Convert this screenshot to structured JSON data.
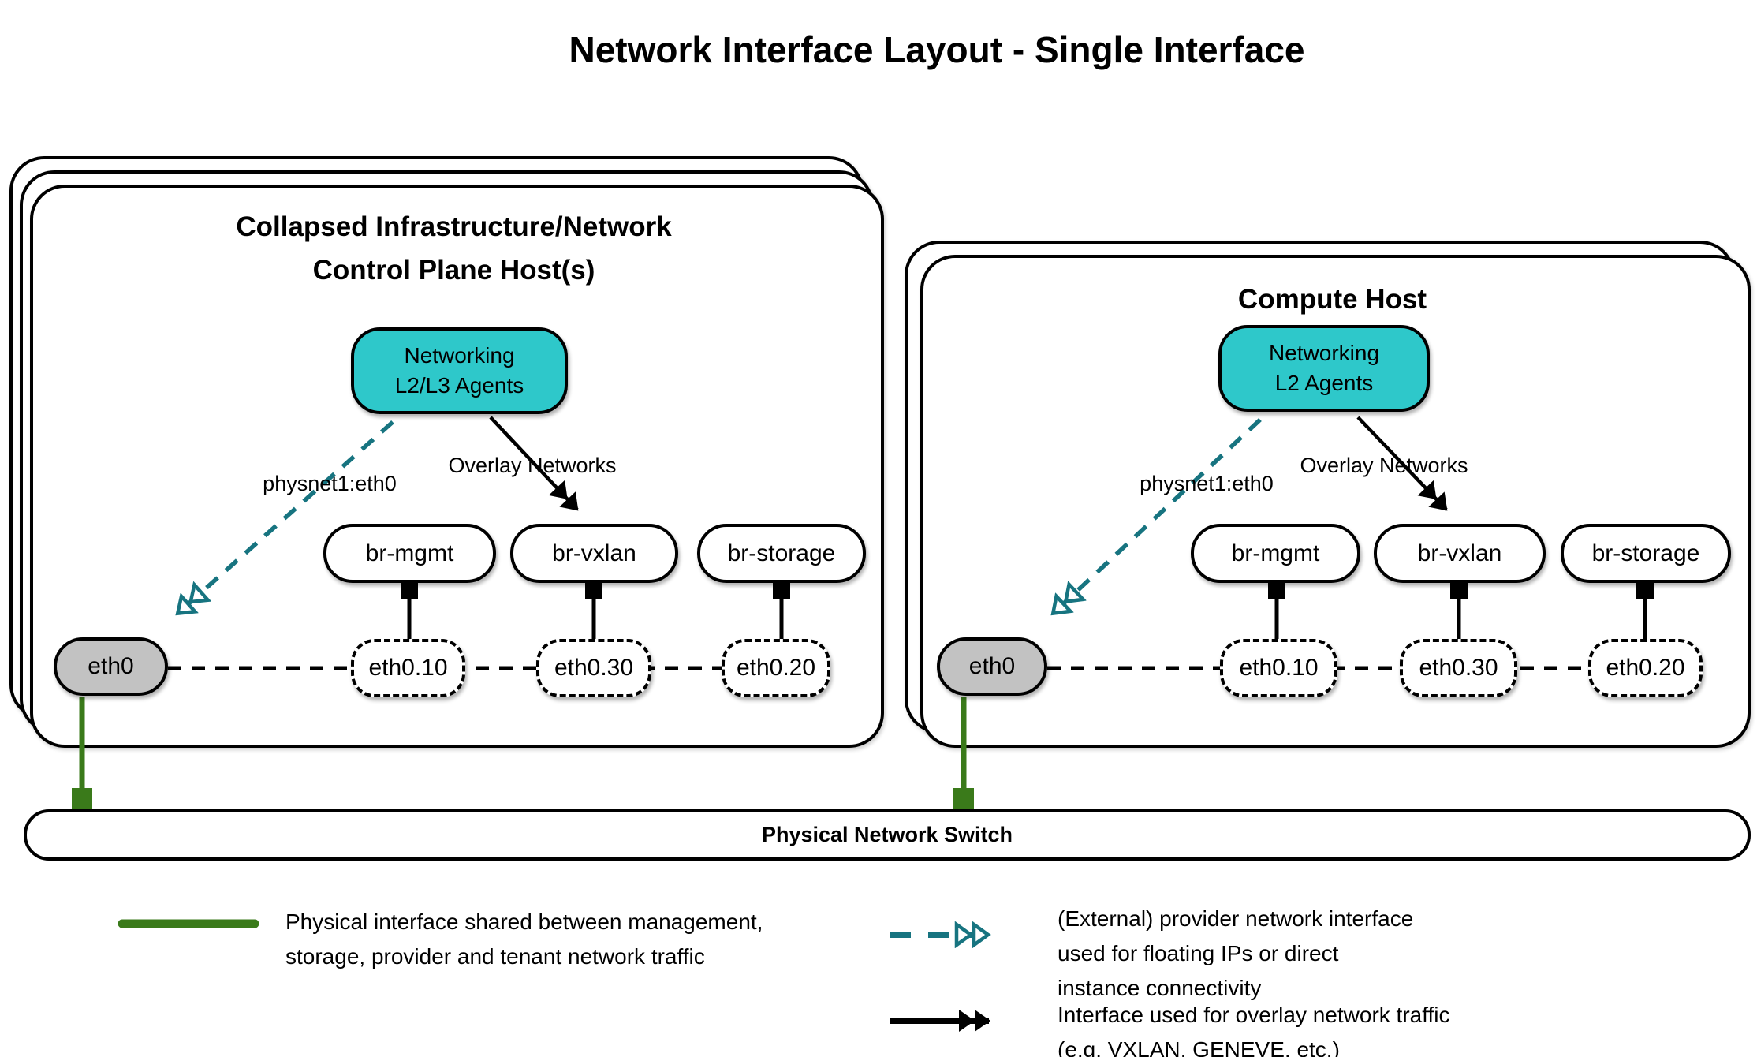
{
  "title": "Network Interface Layout - Single Interface",
  "colors": {
    "agent_fill": "#2ec8ca",
    "provider_arrow": "#177480",
    "physical_green": "#3a7a1a",
    "interface_gray": "#c2c2c2",
    "line_black": "#000000"
  },
  "hosts": {
    "control": {
      "title_line1": "Collapsed Infrastructure/Network",
      "title_line2": "Control Plane Host(s)",
      "agent_line1": "Networking",
      "agent_line2": "L2/L3 Agents",
      "provider_label": "physnet1:eth0",
      "overlay_label": "Overlay Networks",
      "bridges": [
        "br-mgmt",
        "br-vxlan",
        "br-storage"
      ],
      "physical_interface": "eth0",
      "vlan_interfaces": [
        "eth0.10",
        "eth0.30",
        "eth0.20"
      ]
    },
    "compute": {
      "title": "Compute Host",
      "agent_line1": "Networking",
      "agent_line2": "L2 Agents",
      "provider_label": "physnet1:eth0",
      "overlay_label": "Overlay Networks",
      "bridges": [
        "br-mgmt",
        "br-vxlan",
        "br-storage"
      ],
      "physical_interface": "eth0",
      "vlan_interfaces": [
        "eth0.10",
        "eth0.30",
        "eth0.20"
      ]
    }
  },
  "switch": {
    "label": "Physical Network Switch"
  },
  "legend": {
    "physical": {
      "line1": "Physical interface shared between management,",
      "line2": "storage, provider and tenant network traffic"
    },
    "provider": {
      "line1": "(External) provider network interface",
      "line2": "used for floating IPs or direct",
      "line3": "instance connectivity"
    },
    "overlay": {
      "line1": "Interface used for overlay network traffic",
      "line2": "(e.g. VXLAN, GENEVE, etc.)"
    }
  }
}
